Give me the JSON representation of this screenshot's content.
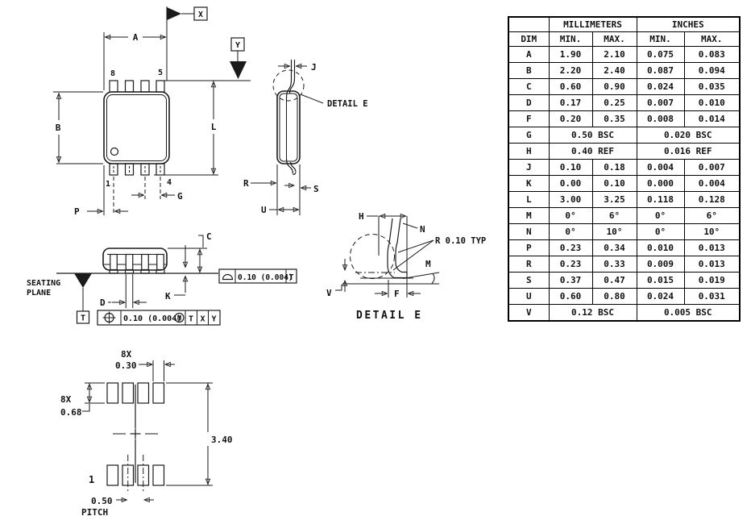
{
  "drawing": {
    "top_view": {
      "dim_a": "A",
      "dim_b": "B",
      "dim_l": "L",
      "dim_g": "G",
      "dim_p": "P",
      "pin8": "8",
      "pin5": "5",
      "pin1": "1",
      "pin4": "4",
      "datum_x": "X",
      "datum_y": "Y"
    },
    "side_view": {
      "dim_j": "J",
      "dim_r": "R",
      "dim_s": "S",
      "dim_u": "U",
      "detail_callout": "DETAIL E"
    },
    "front_view": {
      "dim_c": "C",
      "dim_d": "D",
      "dim_k": "K",
      "seating_line1": "SEATING",
      "seating_line2": "PLANE",
      "datum_t": "T",
      "fcf_position": {
        "tolerance": "0.10 (0.004)",
        "modifier": "M",
        "datums": [
          "T",
          "X",
          "Y"
        ]
      },
      "fcf_profile": {
        "tolerance": "0.10 (0.004)",
        "datum": "T"
      }
    },
    "detail_e": {
      "dim_h": "H",
      "dim_n": "N",
      "dim_m": "M",
      "dim_v": "V",
      "dim_f": "F",
      "radius_note": "R 0.10 TYP",
      "caption": "DETAIL E"
    },
    "land_pattern": {
      "count_top": "8X",
      "pad_width": "0.30",
      "count_left": "8X",
      "pad_height": "0.68",
      "span": "3.40",
      "pin1": "1",
      "pitch_value": "0.50",
      "pitch_label": "PITCH"
    }
  },
  "table": {
    "group_headers": {
      "blank": "",
      "millimeters": "MILLIMETERS",
      "inches": "INCHES"
    },
    "col_headers": {
      "dim": "DIM",
      "mm_min": "MIN.",
      "mm_max": "MAX.",
      "in_min": "MIN.",
      "in_max": "MAX."
    },
    "rows": [
      {
        "dim": "A",
        "mm_min": "1.90",
        "mm_max": "2.10",
        "in_min": "0.075",
        "in_max": "0.083"
      },
      {
        "dim": "B",
        "mm_min": "2.20",
        "mm_max": "2.40",
        "in_min": "0.087",
        "in_max": "0.094"
      },
      {
        "dim": "C",
        "mm_min": "0.60",
        "mm_max": "0.90",
        "in_min": "0.024",
        "in_max": "0.035"
      },
      {
        "dim": "D",
        "mm_min": "0.17",
        "mm_max": "0.25",
        "in_min": "0.007",
        "in_max": "0.010"
      },
      {
        "dim": "F",
        "mm_min": "0.20",
        "mm_max": "0.35",
        "in_min": "0.008",
        "in_max": "0.014"
      },
      {
        "dim": "G",
        "merged": true,
        "mm": "0.50 BSC",
        "in": "0.020 BSC"
      },
      {
        "dim": "H",
        "merged": true,
        "mm": "0.40 REF",
        "in": "0.016 REF"
      },
      {
        "dim": "J",
        "mm_min": "0.10",
        "mm_max": "0.18",
        "in_min": "0.004",
        "in_max": "0.007"
      },
      {
        "dim": "K",
        "mm_min": "0.00",
        "mm_max": "0.10",
        "in_min": "0.000",
        "in_max": "0.004"
      },
      {
        "dim": "L",
        "mm_min": "3.00",
        "mm_max": "3.25",
        "in_min": "0.118",
        "in_max": "0.128"
      },
      {
        "dim": "M",
        "mm_min": "0°",
        "mm_max": "6°",
        "in_min": "0°",
        "in_max": "6°"
      },
      {
        "dim": "N",
        "mm_min": "0°",
        "mm_max": "10°",
        "in_min": "0°",
        "in_max": "10°"
      },
      {
        "dim": "P",
        "mm_min": "0.23",
        "mm_max": "0.34",
        "in_min": "0.010",
        "in_max": "0.013"
      },
      {
        "dim": "R",
        "mm_min": "0.23",
        "mm_max": "0.33",
        "in_min": "0.009",
        "in_max": "0.013"
      },
      {
        "dim": "S",
        "mm_min": "0.37",
        "mm_max": "0.47",
        "in_min": "0.015",
        "in_max": "0.019"
      },
      {
        "dim": "U",
        "mm_min": "0.60",
        "mm_max": "0.80",
        "in_min": "0.024",
        "in_max": "0.031"
      },
      {
        "dim": "V",
        "merged": true,
        "mm": "0.12 BSC",
        "in": "0.005 BSC"
      }
    ]
  }
}
